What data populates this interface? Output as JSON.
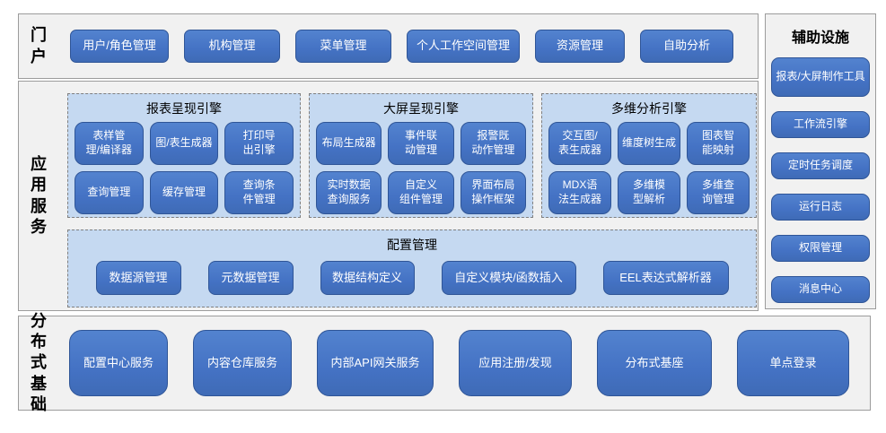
{
  "portal": {
    "label": "门户",
    "items": [
      "用户/角色管理",
      "机构管理",
      "菜单管理",
      "个人工作空间管理",
      "资源管理",
      "自助分析"
    ]
  },
  "app_services": {
    "label": "应用服务",
    "engines": [
      {
        "title": "报表呈现引擎",
        "items": [
          "表样管理/编译器",
          "图/表生成器",
          "打印导出引擎",
          "查询管理",
          "缓存管理",
          "查询条件管理"
        ]
      },
      {
        "title": "大屏呈现引擎",
        "items": [
          "布局生成器",
          "事件联动管理",
          "报警既动作管理",
          "实时数据查询服务",
          "自定义组件管理",
          "界面布局操作框架"
        ]
      },
      {
        "title": "多维分析引擎",
        "items": [
          "交互图/表生成器",
          "维度树生成",
          "图表智能映射",
          "MDX语法生成器",
          "多维模型解析",
          "多维查询管理"
        ]
      }
    ],
    "config": {
      "title": "配置管理",
      "items": [
        "数据源管理",
        "元数据管理",
        "数据结构定义",
        "自定义模块/函数插入",
        "EEL表达式解析器"
      ]
    }
  },
  "distributed": {
    "label": "分布式基础",
    "items": [
      "配置中心服务",
      "内容仓库服务",
      "内部API网关服务",
      "应用注册/发现",
      "分布式基座",
      "单点登录"
    ]
  },
  "auxiliary": {
    "title": "辅助设施",
    "items": [
      "报表/大屏制作工具",
      "工作流引擎",
      "定时任务调度",
      "运行日志",
      "权限管理",
      "消息中心"
    ]
  },
  "colors": {
    "node_blue": "#4472C4",
    "node_border": "#2F5597",
    "panel_light_blue": "#C5D9F1",
    "section_bg": "#F1F1F1",
    "section_border": "#9C9C9C",
    "dashed_border": "#7F7F7F",
    "text_on_node": "#FFFFFF"
  }
}
